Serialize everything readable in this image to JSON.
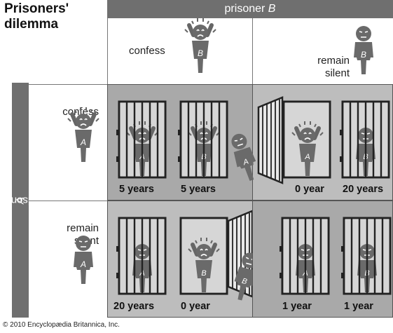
{
  "title": "Prisoners' dilemma",
  "header_b": {
    "prefix": "prisoner ",
    "letter": "B"
  },
  "header_a": {
    "prefix": "prisoner ",
    "letter": "A"
  },
  "columns": [
    {
      "label": "confess"
    },
    {
      "label": "remain silent"
    }
  ],
  "rows": [
    {
      "label": "confess"
    },
    {
      "label": "remain silent"
    }
  ],
  "outcomes": {
    "confess_confess": {
      "a": "5 years",
      "b": "5 years"
    },
    "confess_silent": {
      "a": "0 year",
      "b": "20 years"
    },
    "silent_confess": {
      "a": "20 years",
      "b": "0 year"
    },
    "silent_silent": {
      "a": "1 year",
      "b": "1 year"
    }
  },
  "figure_letters": {
    "a": "A",
    "b": "B"
  },
  "credit": "© 2010 Encyclopædia Britannica, Inc."
}
